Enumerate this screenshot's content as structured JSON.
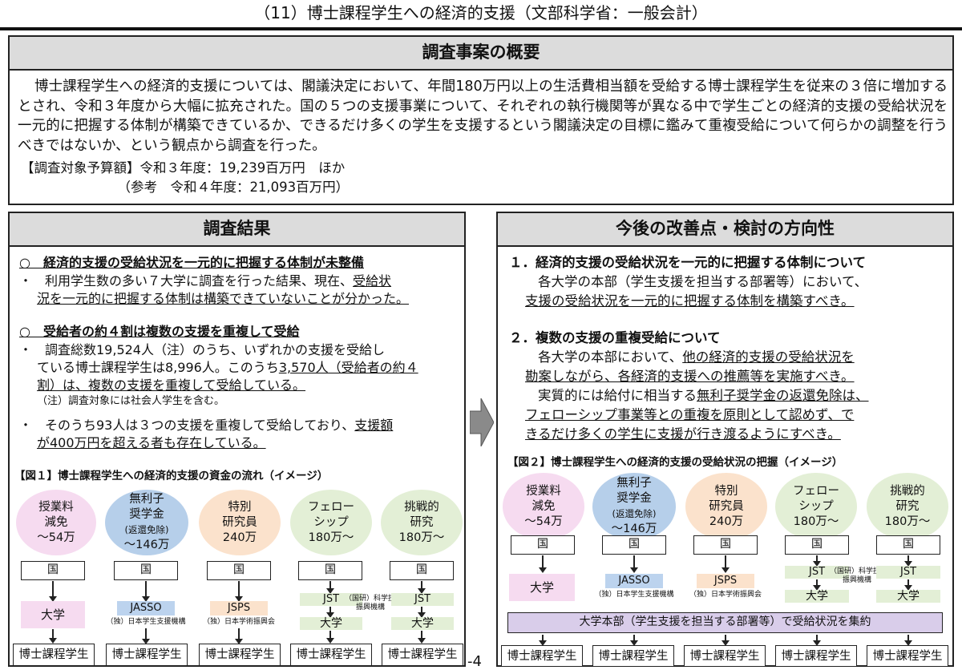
{
  "page_title": "（11）博士課程学生への経済的支援（文部科学省：一般会計）",
  "overview": {
    "header": "調査事案の概要",
    "text": "博士課程学生への経済的支援については、閣議決定において、年間180万円以上の生活費相当額を受給する博士課程学生を従来の３倍に増加するとされ、令和３年度から大幅に拡充された。国の５つの支援事業について、それぞれの執行機関等が異なる中で学生ごとの経済的支援の受給状況を一元的に把握する体制が構築できているか、できるだけ多くの学生を支援するという閣議決定の目標に鑑みて重複受給について何らかの調整を行うべきではないか、という観点から調査を行った。",
    "budget_line1": "【調査対象予算額】令和３年度：19,239百万円　ほか",
    "budget_line2": "（参考　令和４年度：21,093百万円）"
  },
  "results": {
    "header": "調査結果",
    "h1": "○　経済的支援の受給状況を一元的に把握する体制が未整備",
    "p1_a": "・　利用学生数の多い７大学に調査を行った結果、現在、",
    "p1_b": "受給状",
    "p1_c": "況を一元的に把握する体制は構築できていないことが分かった。",
    "h2": "○　受給者の約４割は複数の支援を重複して受給",
    "p2_a": "・　調査総数19,524人（注）のうち、いずれかの支援を受給し",
    "p2_b": "ている博士課程学生は8,996人。このうち",
    "p2_c": "3,570人（受給者の約４",
    "p2_d": "割）は、複数の支援を重複して受給している。",
    "note": "（注）調査対象には社会人学生を含む。",
    "p3_a": "・　そのうち93人は３つの支援を重複して受給しており、",
    "p3_b": "支援額",
    "p3_c": "が400万円を超える者も存在している。",
    "fig_title": "【図１】博士課程学生への経済的支援の資金の流れ（イメージ）"
  },
  "improve": {
    "header": "今後の改善点・検討の方向性",
    "s1_title": "１．経済的支援の受給状況を一元的に把握する体制について",
    "s1_a": "各大学の本部（学生支援を担当する部署等）において、",
    "s1_b": "支援の受給状況を一元的に把握する体制を構築すべき。",
    "s2_title": "２．複数の支援の重複受給について",
    "s2_a1": "各大学の本部において、",
    "s2_a2": "他の経済的支援の受給状況を",
    "s2_b": "勘案しながら、各経済的支援への推薦等を実施すべき。",
    "s2_c1": "実質的には給付に相当する",
    "s2_c2": "無利子奨学金の返還免除は、",
    "s2_d": "フェローシップ事業等との重複を原則として認めず、で",
    "s2_e": "きるだけ多くの学生に支援が行き渡るようにすべき。",
    "fig_title": "【図２】博士課程学生への経済的支援の受給状況の把握（イメージ）",
    "central": "大学本部（学生支援を担当する部署等）で受給状況を集約"
  },
  "programs": [
    {
      "l1": "授業料",
      "l2": "減免",
      "l3": "",
      "amount": "～54万"
    },
    {
      "l1": "無利子",
      "l2": "奨学金",
      "l3": "(返還免除)",
      "amount": "～146万"
    },
    {
      "l1": "特別",
      "l2": "研究員",
      "l3": "",
      "amount": "240万"
    },
    {
      "l1": "フェロー",
      "l2": "シップ",
      "l3": "",
      "amount": "180万～"
    },
    {
      "l1": "挑戦的",
      "l2": "研究",
      "l3": "",
      "amount": "180万～"
    }
  ],
  "flow": {
    "kuni": "国",
    "daigaku": "大学",
    "jasso": "JASSO",
    "jasso_label": "（独）日本学生支援機構",
    "jsps": "JSPS",
    "jsps_label": "（独）日本学術振興会",
    "jst": "JST",
    "jst_label1": "（国研）科学技術",
    "jst_label2": "振興機構",
    "student": "博士課程学生"
  },
  "page_number": "-4"
}
